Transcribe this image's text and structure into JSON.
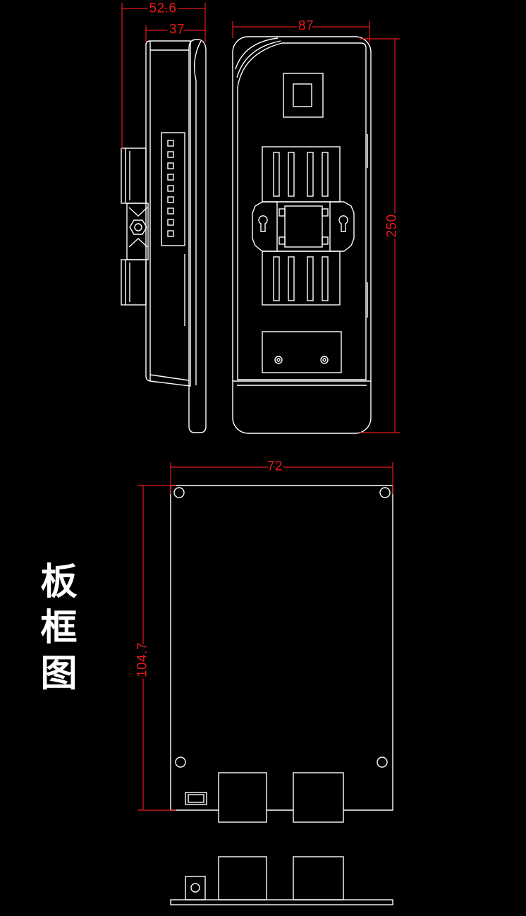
{
  "board_frame_label": "板框图",
  "side_view": {
    "overall_depth": "52.6",
    "body_depth": "37"
  },
  "front_view": {
    "width": "87",
    "height": "250"
  },
  "board_frame": {
    "width": "72",
    "height": "104.7"
  },
  "colors": {
    "background": "#000000",
    "outline": "#ffffff",
    "dimension": "#e8191b",
    "label": "#ffffff"
  }
}
